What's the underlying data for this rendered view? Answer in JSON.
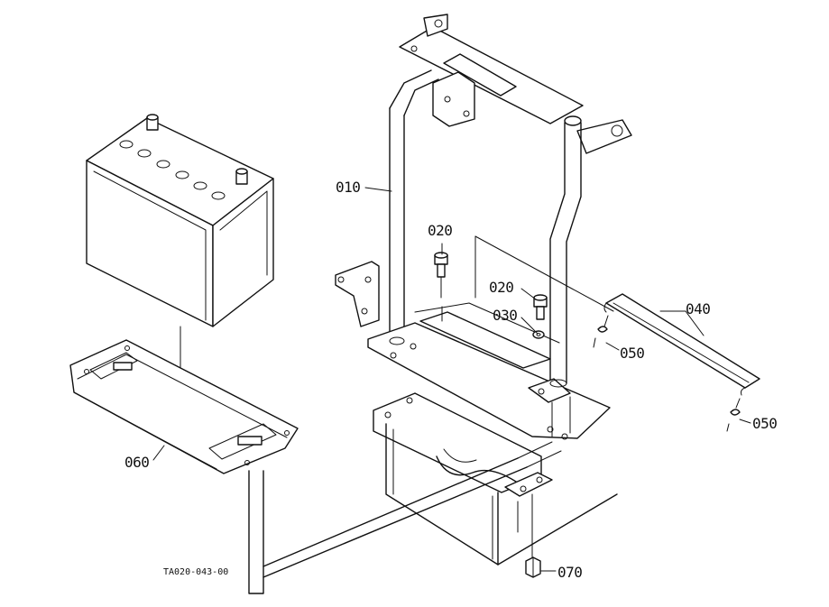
{
  "diagram": {
    "part_labels": {
      "p010": "010",
      "p020a": "020",
      "p020b": "020",
      "p030": "030",
      "p040": "040",
      "p050a": "050",
      "p050b": "050",
      "p060": "060",
      "p070": "070"
    },
    "drawing_ref": "TA020-043-00"
  }
}
